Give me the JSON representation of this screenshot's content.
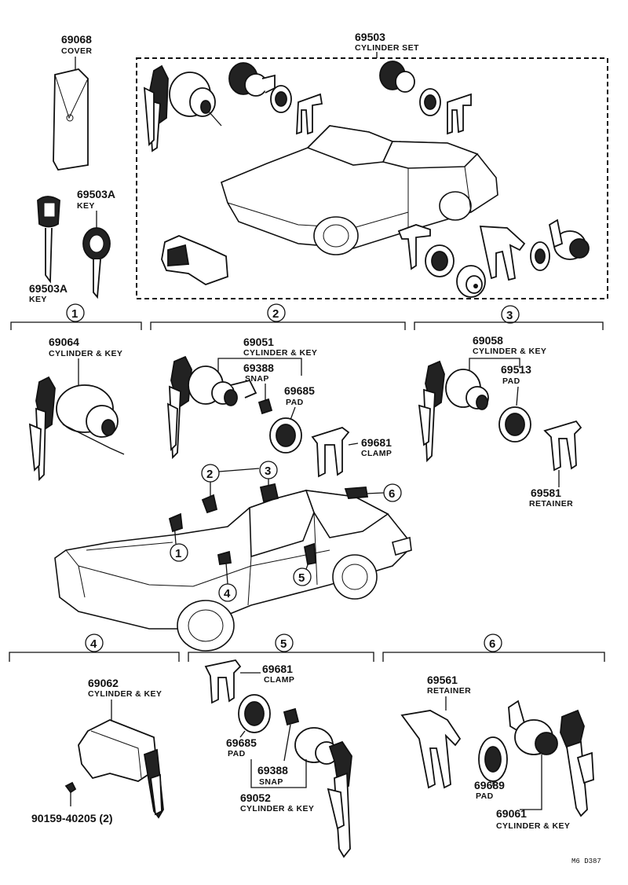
{
  "parts": {
    "p69068": {
      "num": "69068",
      "name": "COVER"
    },
    "p69503": {
      "num": "69503",
      "name": "CYLINDER SET"
    },
    "p69503A_key_top": {
      "num": "69503A",
      "name": "KEY"
    },
    "p69503A_key_bottom": {
      "num": "69503A",
      "name": "KEY"
    },
    "p69064": {
      "num": "69064",
      "name": "CYLINDER & KEY"
    },
    "p69051": {
      "num": "69051",
      "name": "CYLINDER & KEY"
    },
    "p69388_a": {
      "num": "69388",
      "name": "SNAP"
    },
    "p69685_a": {
      "num": "69685",
      "name": "PAD"
    },
    "p69681_a": {
      "num": "69681",
      "name": "CLAMP"
    },
    "p69058": {
      "num": "69058",
      "name": "CYLINDER & KEY"
    },
    "p69513": {
      "num": "69513",
      "name": "PAD"
    },
    "p69581": {
      "num": "69581",
      "name": "RETAINER"
    },
    "p69062": {
      "num": "69062",
      "name": "CYLINDER & KEY"
    },
    "p90159": {
      "num": "90159-40205 (2)"
    },
    "p69681_b": {
      "num": "69681",
      "name": "CLAMP"
    },
    "p69685_b": {
      "num": "69685",
      "name": "PAD"
    },
    "p69388_b": {
      "num": "69388",
      "name": "SNAP"
    },
    "p69052": {
      "num": "69052",
      "name": "CYLINDER & KEY"
    },
    "p69561": {
      "num": "69561",
      "name": "RETAINER"
    },
    "p69689": {
      "num": "69689",
      "name": "PAD"
    },
    "p69061": {
      "num": "69061",
      "name": "CYLINDER & KEY"
    }
  },
  "sections": [
    "1",
    "2",
    "3",
    "4",
    "5",
    "6"
  ],
  "drawing_code": "M6 D387"
}
